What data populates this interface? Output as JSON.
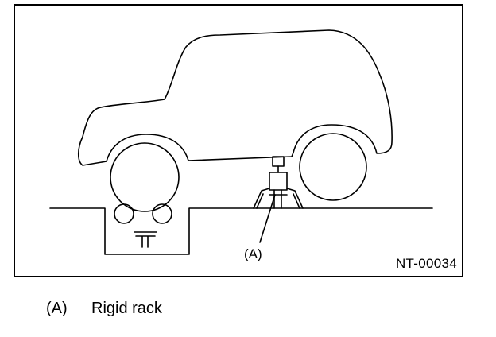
{
  "figure": {
    "callout_label": "(A)",
    "figure_id": "NT-00034"
  },
  "legend": {
    "items": [
      {
        "key": "(A)",
        "text": "Rigid rack"
      }
    ]
  }
}
